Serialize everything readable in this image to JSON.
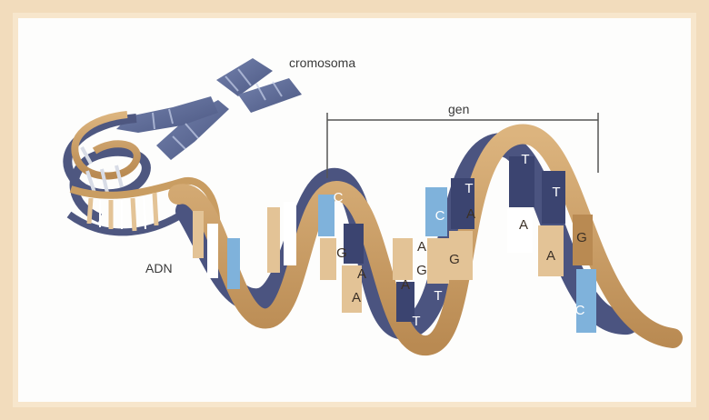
{
  "labels": {
    "chromosome": "cromosoma",
    "gene": "gen",
    "dna": "ADN"
  },
  "bases": [
    "C",
    "G",
    "A",
    "A",
    "T",
    "C",
    "A",
    "G",
    "A",
    "T",
    "T",
    "A",
    "G",
    "T",
    "T",
    "A",
    "A",
    "G",
    "C"
  ],
  "colors": {
    "backbone": "#c99d62",
    "backbone_dark": "#9b7443",
    "chromosome": "#5d6b96",
    "base_tan": "#e3c396",
    "base_navy": "#3b4470",
    "base_light_blue": "#7fb2db",
    "frame": "#f2dcbc"
  }
}
